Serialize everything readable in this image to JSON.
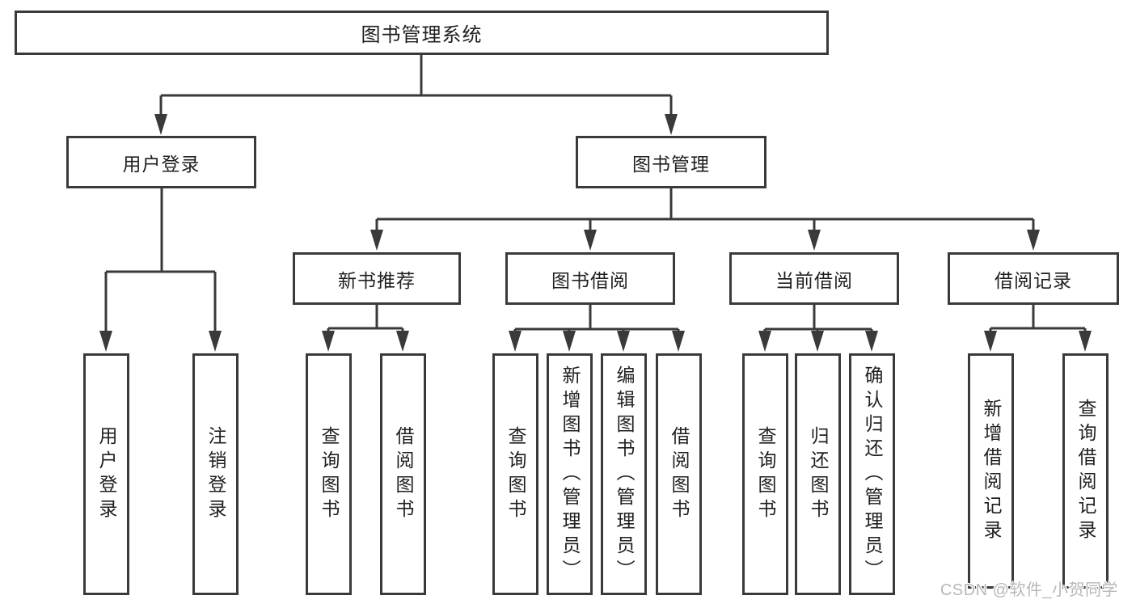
{
  "tree": {
    "label": "图书管理系统",
    "children": [
      {
        "label": "用户登录",
        "children": [
          {
            "label": "用户登录"
          },
          {
            "label": "注销登录"
          }
        ]
      },
      {
        "label": "图书管理",
        "children": [
          {
            "label": "新书推荐",
            "children": [
              {
                "label": "查询图书"
              },
              {
                "label": "借阅图书"
              }
            ]
          },
          {
            "label": "图书借阅",
            "children": [
              {
                "label": "查询图书"
              },
              {
                "label": "新增图书（管理员）"
              },
              {
                "label": "编辑图书（管理员）"
              },
              {
                "label": "借阅图书"
              }
            ]
          },
          {
            "label": "当前借阅",
            "children": [
              {
                "label": "查询图书"
              },
              {
                "label": "归还图书"
              },
              {
                "label": "确认归还（管理员）"
              }
            ]
          },
          {
            "label": "借阅记录",
            "children": [
              {
                "label": "新增借阅记录"
              },
              {
                "label": "查询借阅记录"
              }
            ]
          }
        ]
      }
    ]
  },
  "watermark": {
    "text": "CSDN @软件_小贺同学"
  },
  "colors": {
    "line": "#3a3a3a",
    "box_border": "#3a3a3a",
    "text": "#1f1f1f",
    "watermark": "#b8b8b8",
    "background": "#ffffff"
  }
}
